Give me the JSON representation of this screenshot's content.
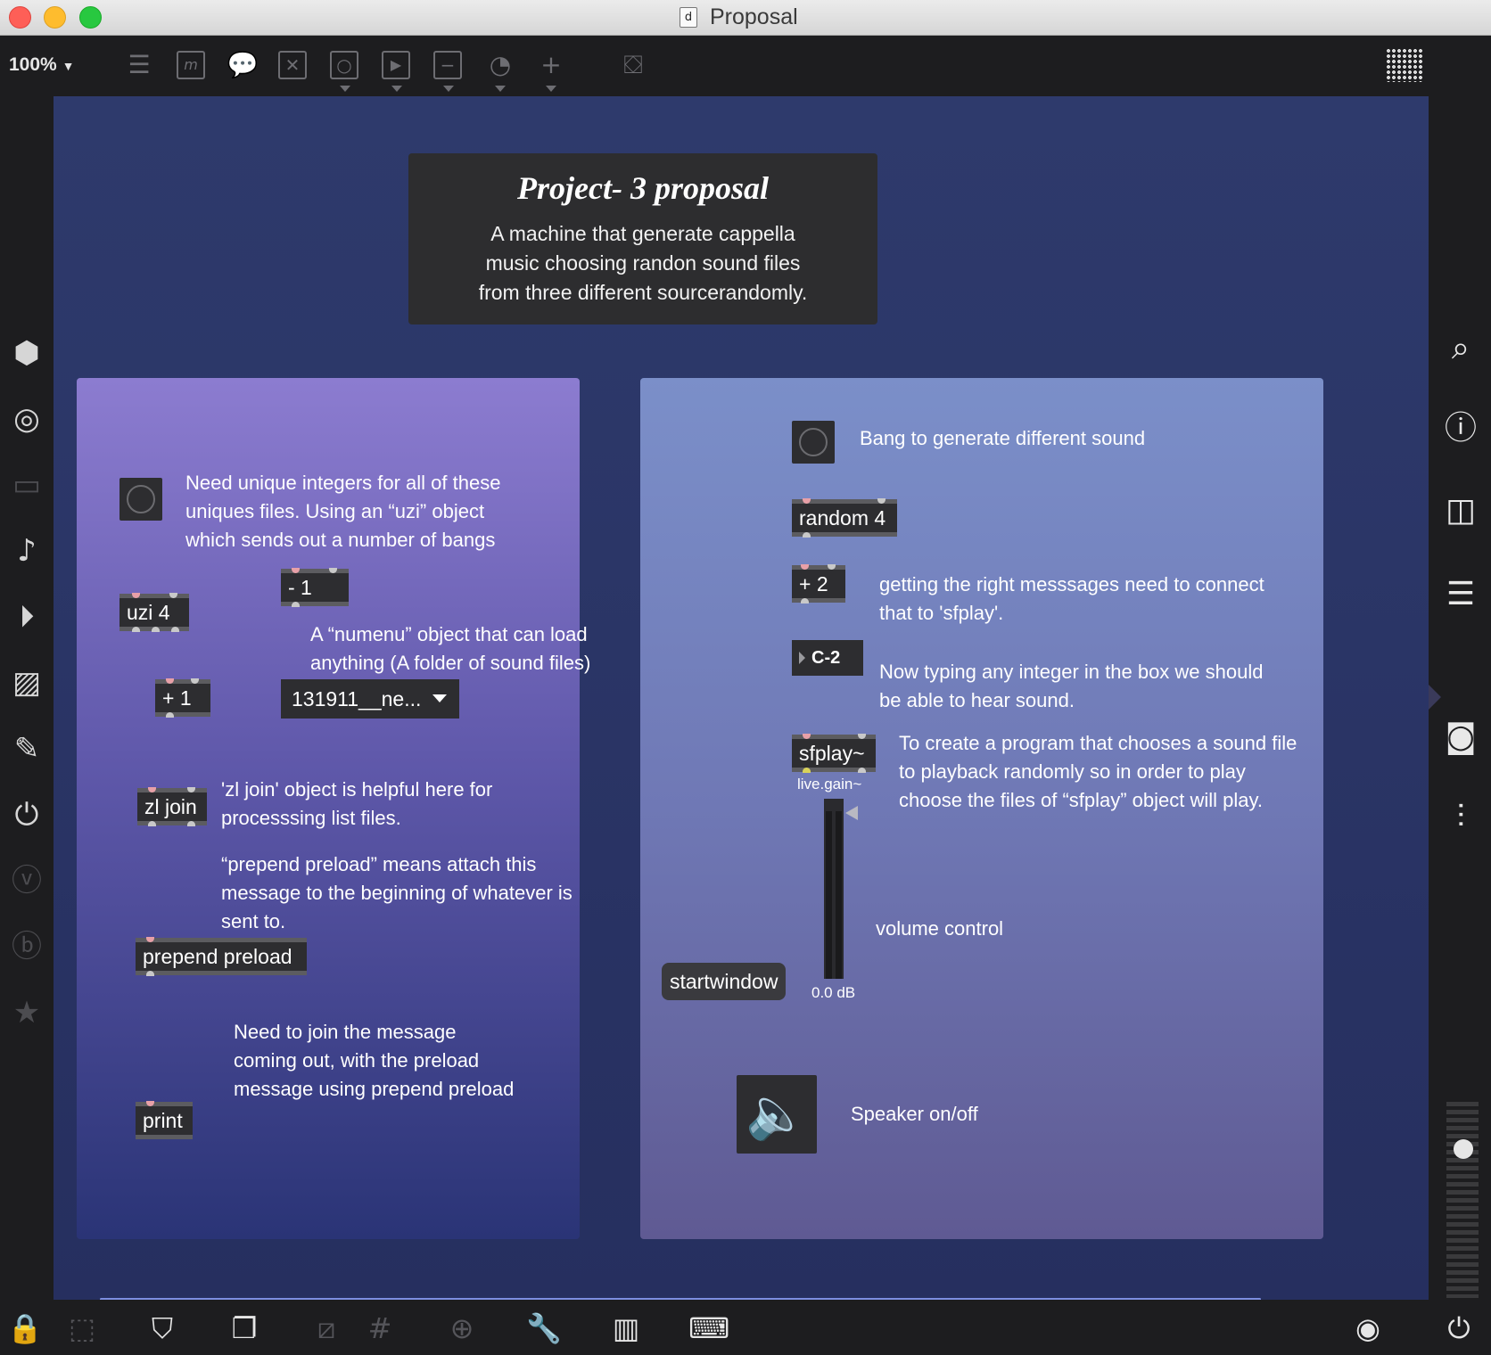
{
  "window": {
    "title": "Proposal",
    "doc_icon_glyph": "d"
  },
  "toolbar": {
    "zoom": "100%",
    "zoom_caret": "▼"
  },
  "canvas": {
    "title_panel": {
      "heading": "Project- 3 proposal",
      "description": "A machine that generate cappella music choosing randon sound files from three different sourcerandomly."
    },
    "left_panel": {
      "comment_uzi": [
        "Need unique integers for all of these",
        "uniques files. Using an “uzi” object",
        "which sends out a number of bangs"
      ],
      "comment_numenu": [
        "A “numenu” object that can load",
        "anything (A folder of sound files)"
      ],
      "comment_zl": [
        "'zl join' object is helpful here for",
        "processsing list files."
      ],
      "comment_prepend": [
        "“prepend preload” means attach this",
        "message to the beginning of whatever is",
        "sent to."
      ],
      "comment_join": [
        "Need to join the message",
        "coming out, with the preload",
        "message using prepend preload"
      ],
      "obj_uzi": "uzi 4",
      "obj_minus": "- 1",
      "obj_plus1": "+ 1",
      "umenu_value": "131911__ne...",
      "obj_zl": "zl join",
      "obj_prepend": "prepend preload",
      "obj_print": "print"
    },
    "right_panel": {
      "comment_bang": "Bang to generate different sound",
      "comment_plus2": [
        "getting the right messsages need to connect",
        "that to 'sfplay'."
      ],
      "comment_number": [
        "Now typing any integer in the box we should",
        "be able to hear sound."
      ],
      "comment_sfplay": [
        "To create a program that chooses a sound file",
        "to playback randomly so in order to play",
        "choose the files of “sfplay” object will play."
      ],
      "comment_volume": "volume control",
      "comment_speaker": "Speaker on/off",
      "obj_random": "random 4",
      "obj_plus2": "+ 2",
      "number_value": "C-2",
      "obj_sfplay": "sfplay~",
      "message_startwindow": "startwindow",
      "live_gain_label": "live.gain~",
      "live_gain_value": "0.0 dB"
    }
  },
  "icons": {
    "speaker_glyph": "🔈"
  }
}
